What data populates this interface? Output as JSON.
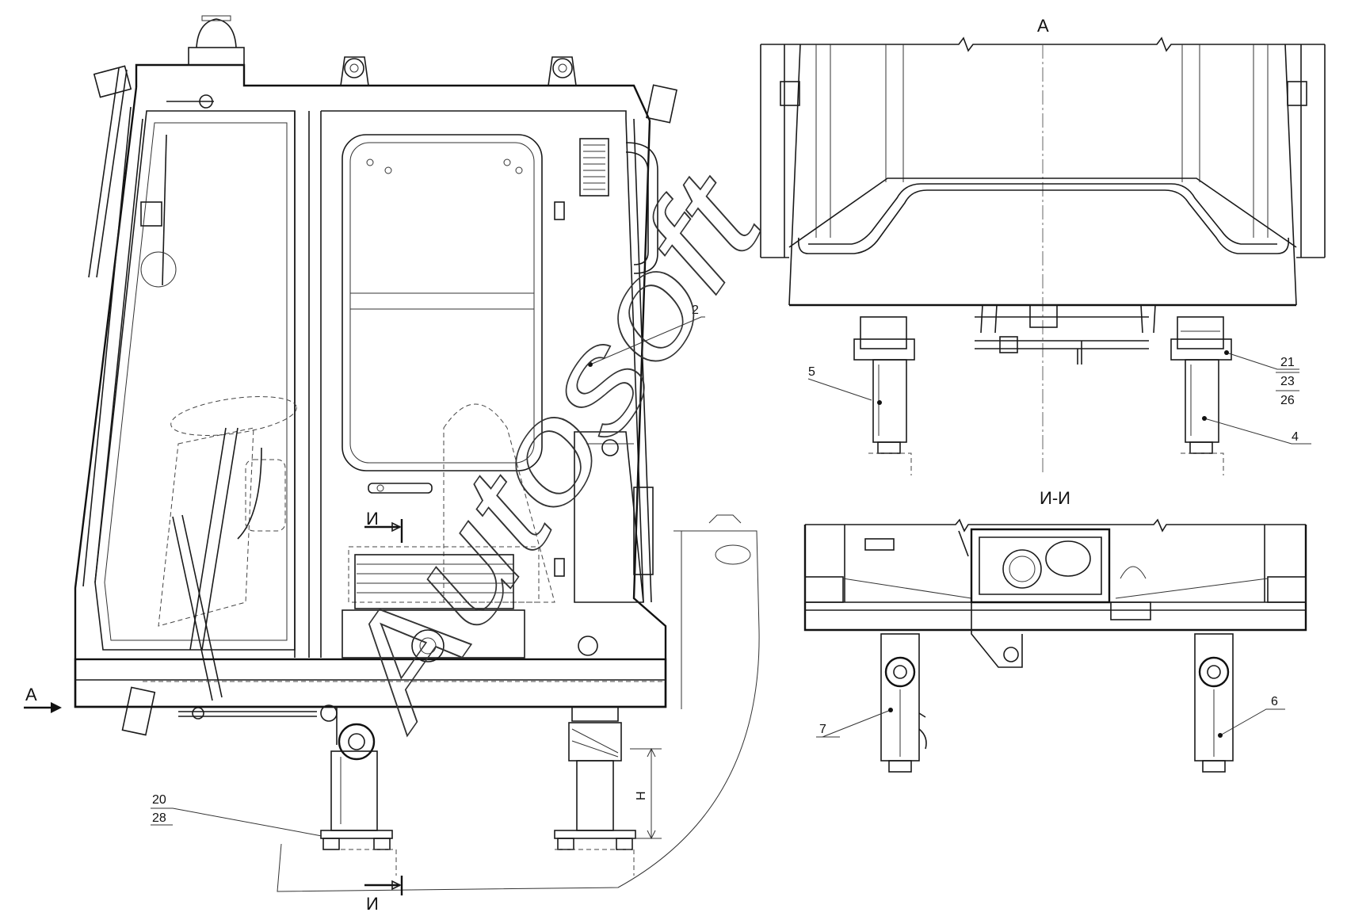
{
  "views": {
    "view_a_title": "А",
    "section_title": "И-И",
    "arrow_a_label": "А",
    "section_marker_top": "И",
    "section_marker_bottom": "И"
  },
  "dimension_label": "H",
  "watermark": "Autosoft",
  "callouts": {
    "main": [
      {
        "text": "2"
      },
      {
        "text": "20"
      },
      {
        "text": "28"
      }
    ],
    "view_a": [
      {
        "text": "5"
      },
      {
        "text": "21"
      },
      {
        "text": "23"
      },
      {
        "text": "26"
      },
      {
        "text": "4"
      }
    ],
    "section": [
      {
        "text": "7"
      },
      {
        "text": "6"
      }
    ]
  }
}
